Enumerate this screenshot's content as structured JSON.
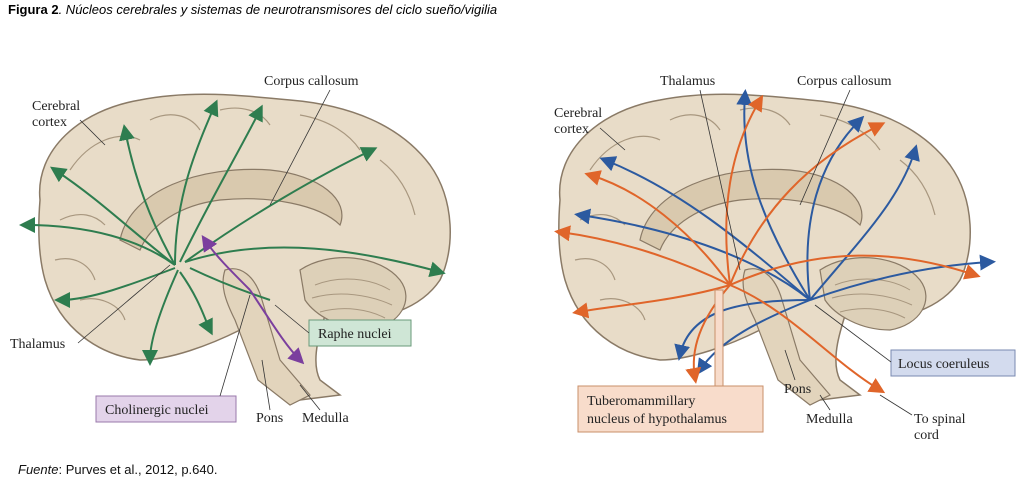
{
  "caption": {
    "figure_number": "Figura 2",
    "title": ". Núcleos cerebrales y sistemas de neurotransmisores del ciclo sueño/vigilia"
  },
  "source": {
    "prefix": "Fuente",
    "text": ": Purves et al., 2012, p.640."
  },
  "left_panel": {
    "corpus_callosum": "Corpus callosum",
    "cerebral_cortex_1": "Cerebral",
    "cerebral_cortex_2": "cortex",
    "thalamus": "Thalamus",
    "raphe_nuclei": "Raphe nuclei",
    "cholinergic_nuclei": "Cholinergic nuclei",
    "pons": "Pons",
    "medulla": "Medulla"
  },
  "right_panel": {
    "thalamus": "Thalamus",
    "corpus_callosum": "Corpus callosum",
    "cerebral_cortex_1": "Cerebral",
    "cerebral_cortex_2": "cortex",
    "pons": "Pons",
    "medulla": "Medulla",
    "locus_coeruleus": "Locus coeruleus",
    "tmn_1": "Tuberomammillary",
    "tmn_2": "nucleus of hypothalamus",
    "spinal_1": "To spinal",
    "spinal_2": "cord"
  },
  "colors": {
    "brain_fill": "#e8dcc8",
    "brain_stroke": "#8a7a66",
    "green_pathway": "#2e7d4f",
    "purple_pathway": "#7b3f9e",
    "blue_pathway": "#2c5aa0",
    "orange_pathway": "#e0652a",
    "raphe_box": "#cfe6d6",
    "cholinergic_box": "#e3d3ea",
    "locus_box": "#d3dbee",
    "tmn_box": "#f8dccb"
  }
}
